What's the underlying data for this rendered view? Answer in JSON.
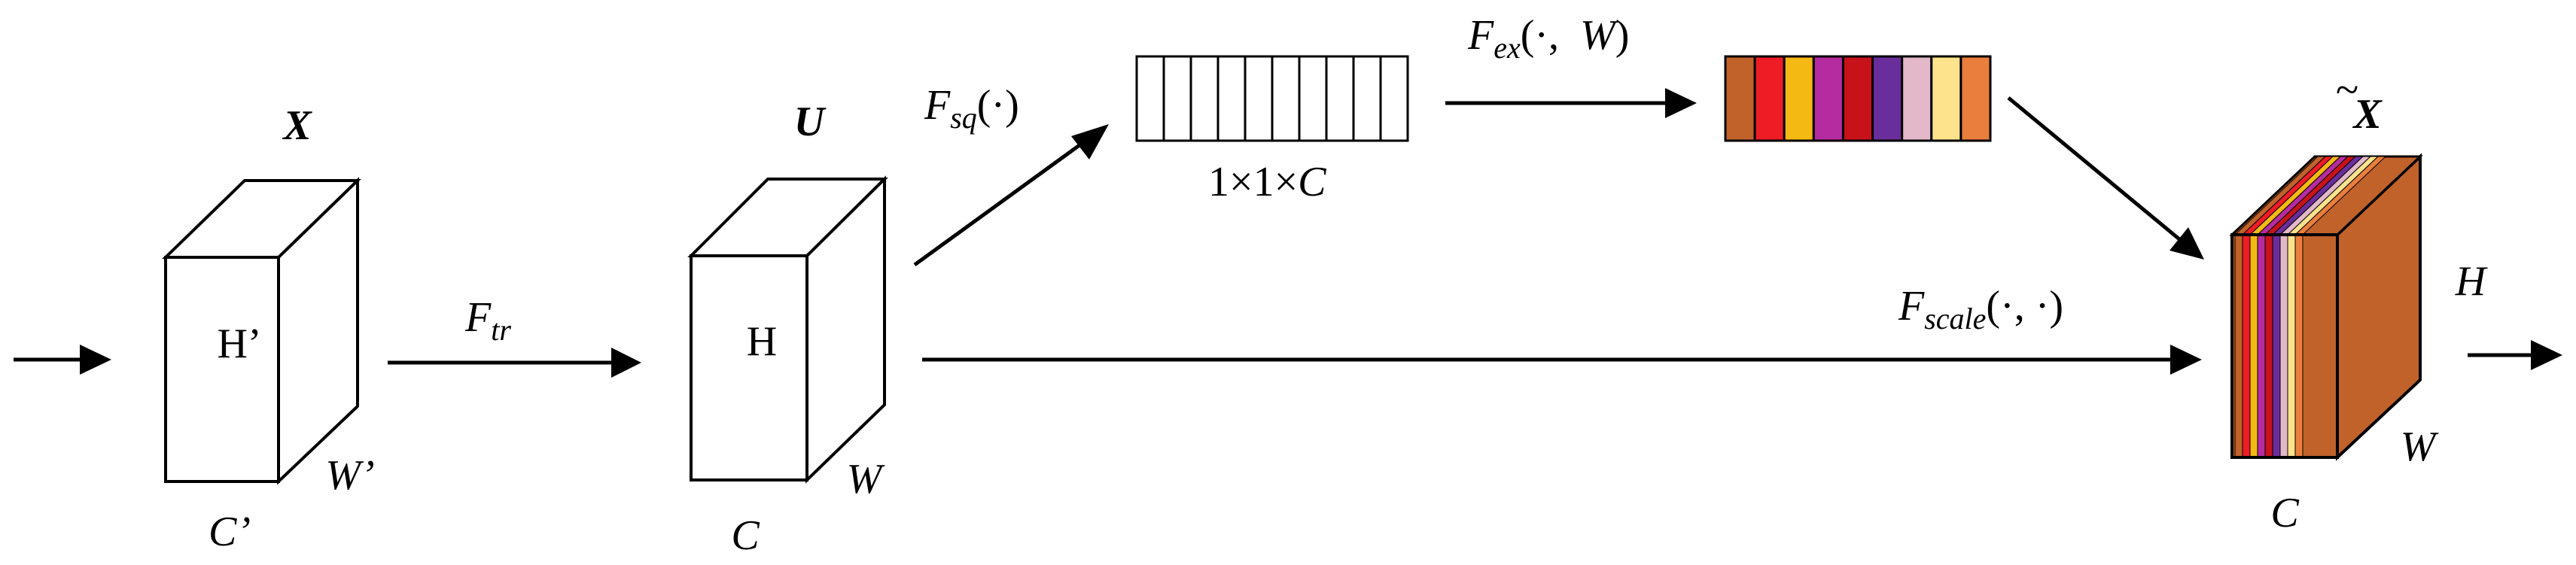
{
  "input_tensor": {
    "name": "X",
    "height": "H’",
    "width": "W’",
    "channels": "C’"
  },
  "transform": {
    "F": "F",
    "sub": "tr"
  },
  "feature_tensor": {
    "name": "U",
    "height": "H",
    "width": "W",
    "channels": "C"
  },
  "squeeze": {
    "F": "F",
    "sub": "sq",
    "args": "(·)"
  },
  "squeeze_vector": {
    "shape": "1×1×",
    "channels": "C",
    "cell_count": 10
  },
  "excitation": {
    "F": "F",
    "sub": "ex",
    "args_open": "(·,",
    "arg_w": "W",
    "args_close": ")"
  },
  "weights_vector": {
    "colors": [
      "#c0622a",
      "#ee1c24",
      "#f5b914",
      "#b52ba0",
      "#c8121a",
      "#6a2e9c",
      "#e3b8c9",
      "#fde38c",
      "#ea7e3c"
    ]
  },
  "scale": {
    "F": "F",
    "sub": "scale",
    "args": "(·,   ·)"
  },
  "output_tensor": {
    "name": "X",
    "tilde": "~",
    "height": "H",
    "width": "W",
    "channels": "C",
    "front_colors": [
      "#c0622a",
      "#ee1c24",
      "#f5b914",
      "#b52ba0",
      "#c8121a",
      "#6a2e9c",
      "#e3b8c9",
      "#fde38c",
      "#ea7e3c"
    ],
    "fill_color": "#c0622a"
  }
}
